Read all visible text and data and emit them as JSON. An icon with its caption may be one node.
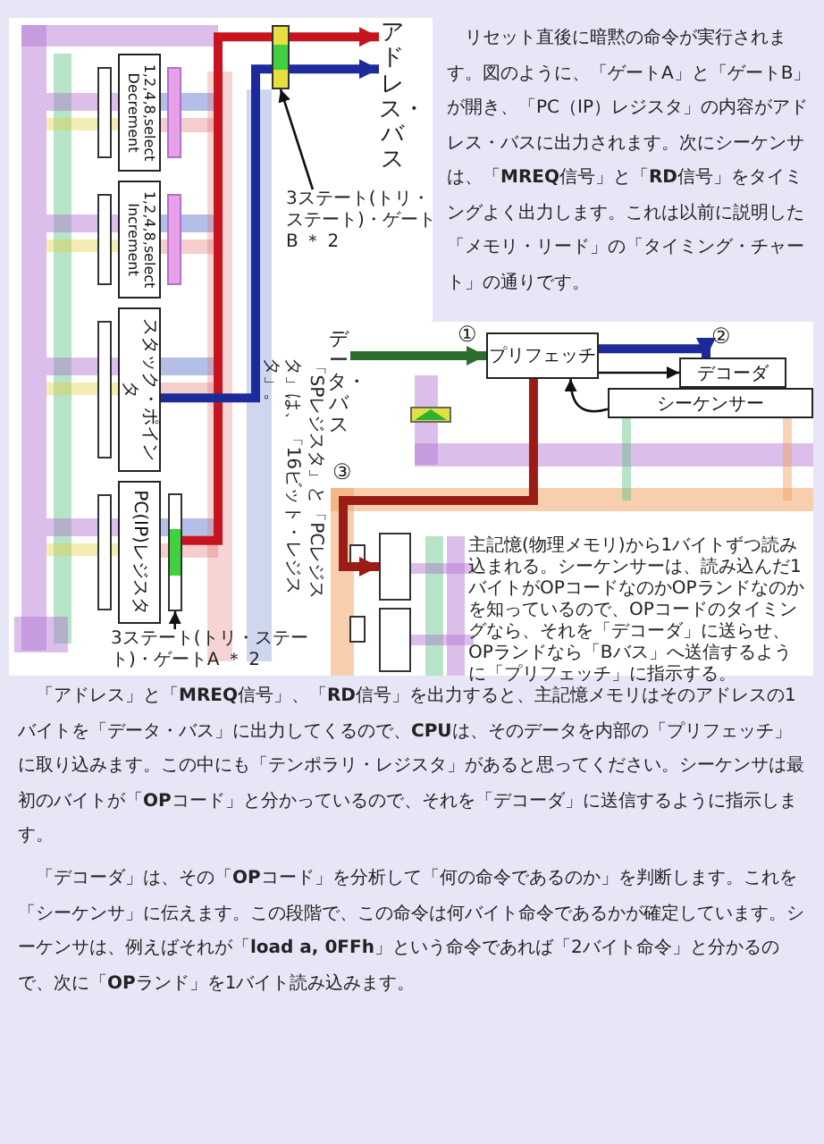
{
  "diagram": {
    "nodes": [
      {
        "text": [
          "1,2,4,8,select Decrement"
        ]
      },
      {
        "text": [
          "1,2,4,8,select Increment"
        ]
      },
      {
        "text": [
          "スタック・ポインタ"
        ]
      },
      {
        "text": [
          "PC(IP)レジスタ"
        ]
      },
      {
        "text": [],
        "shape": "box"
      },
      {
        "text": [],
        "shape": "box"
      },
      {
        "text": [
          "3ステート(トリ・ステート)・ゲートB ＊ 2"
        ]
      },
      {
        "text": [
          "3ステート(トリ・ステート)・ゲートA ＊ 2"
        ]
      },
      {
        "text": [
          "プリフェッチ"
        ]
      },
      {
        "text": [
          "デコーダ"
        ]
      },
      {
        "text": [
          "シーケンサー"
        ]
      },
      {
        "text": [],
        "shape": "box"
      },
      {
        "text": [],
        "shape": "box"
      },
      {
        "text": [
          "アドレス・バス"
        ]
      },
      {
        "text": [
          "データ・バス"
        ]
      }
    ],
    "edges": [
      {
        "from": 6,
        "to": 4,
        "arrow": "to"
      },
      {
        "from": 7,
        "to": 5,
        "arrow": "to"
      },
      {
        "from": 5,
        "to": 13,
        "arrow": "to",
        "color": "#c8141e"
      },
      {
        "from": 2,
        "to": 13,
        "arrow": "to",
        "color": "#1c2a9c"
      },
      {
        "from": 14,
        "to": 8,
        "arrow": "to",
        "color": "#2d6e2d"
      },
      {
        "from": 8,
        "to": 9,
        "arrow": "to",
        "color": "#1c2a9c"
      },
      {
        "from": 10,
        "to": 8,
        "arrow": "to"
      },
      {
        "from": 8,
        "to": 11,
        "arrow": "to",
        "color": "#9a1c14"
      },
      {
        "from": 8,
        "to": 9,
        "arrow": "to"
      }
    ],
    "labels": [
      "「SPレジスタ」と「PCレジスタ」は、「16ビット・レジスタ」。",
      "リセット直後に暗黙の命令が実行されます。図のように、「ゲートA」と「ゲートB」が開き、「PC（IP）レジスタ」の内容がアドレス・バスに出力されます。次にシーケンサは、「**MREQ**信号」と「**RD**信号」をタイミングよく出力します。これは以前に説明した「メモリ・リード」の「タイミング・チャート」の通りです。",
      "①",
      "②",
      "③",
      "主記憶(物理メモリ)から1バイトずつ読み込まれる。シーケンサーは、読み込んだ1バイトがOPコードなのかOPランドなのかを知っているので、OPコードのタイミングなら、それを「デコーダ」に送らせ、OPランドなら「Bバス」へ送信するように「プリフェッチ」に指示する。",
      "「アドレス」と「**MREQ**信号」、「**RD**信号」を出力すると、主記憶メモリはそのアドレスの1バイトを「データ・バス」に出力してくるので、**CPU**は、そのデータを内部の「プリフェッチ」に取り込みます。この中にも「テンポラリ・レジスタ」があると思ってください。シーケンサは最初のバイトが「**OP**コード」と分かっているので、それを「デコーダ」に送信するように指示します。",
      "「デコーダ」は、その「**OP**コード」を分析して「何の命令であるのか」を判断します。これを「シーケンサ」に伝えます。この段階で、この命令は何バイト命令であるかが確定しています。シーケンサは、例えばそれが「**load a, 0FFh**」という命令であれば「2バイト命令」と分かるので、次に「**OP**ランド」を1バイト読み込みます。"
    ]
  }
}
